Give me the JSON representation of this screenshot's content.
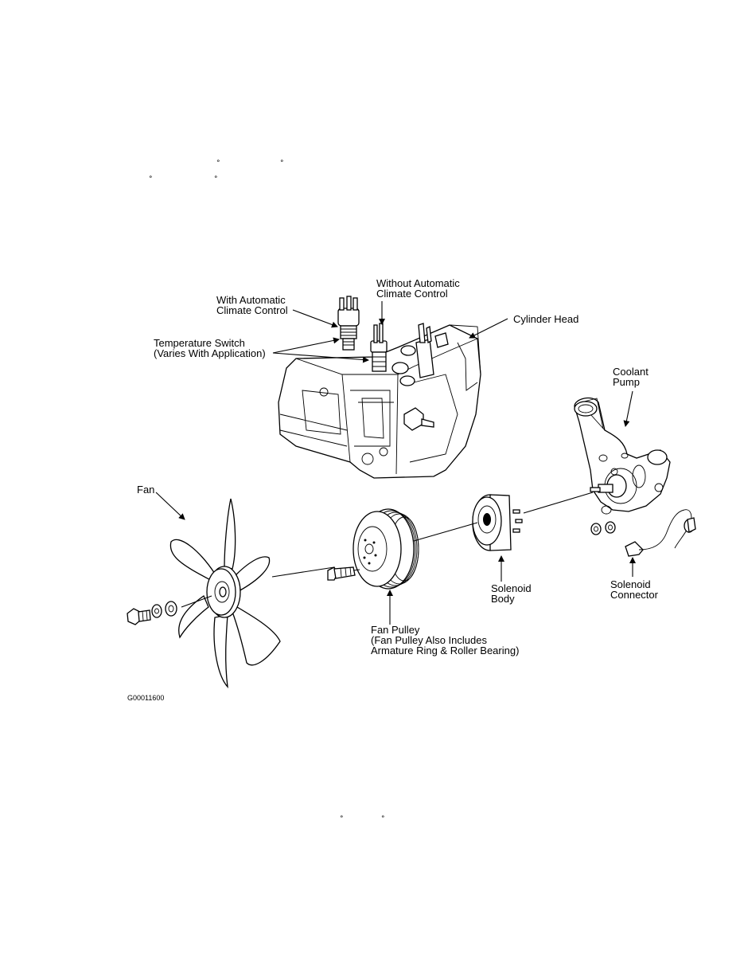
{
  "degree_marks": [
    "°",
    "°",
    "°",
    "°",
    "°",
    "°"
  ],
  "labels": {
    "with_acc_1": "With Automatic",
    "with_acc_2": "Climate Control",
    "without_acc_1": "Without Automatic",
    "without_acc_2": "Climate Control",
    "cylinder_head": "Cylinder Head",
    "temp_switch_1": "Temperature Switch",
    "temp_switch_2": "(Varies With Application)",
    "coolant_pump_1": "Coolant",
    "coolant_pump_2": "Pump",
    "fan": "Fan",
    "solenoid_body_1": "Solenoid",
    "solenoid_body_2": "Body",
    "solenoid_connector_1": "Solenoid",
    "solenoid_connector_2": "Connector",
    "fan_pulley_1": "Fan Pulley",
    "fan_pulley_2": "(Fan Pulley Also Includes",
    "fan_pulley_3": "Armature Ring & Roller Bearing)",
    "figure_code": "G00011600"
  }
}
